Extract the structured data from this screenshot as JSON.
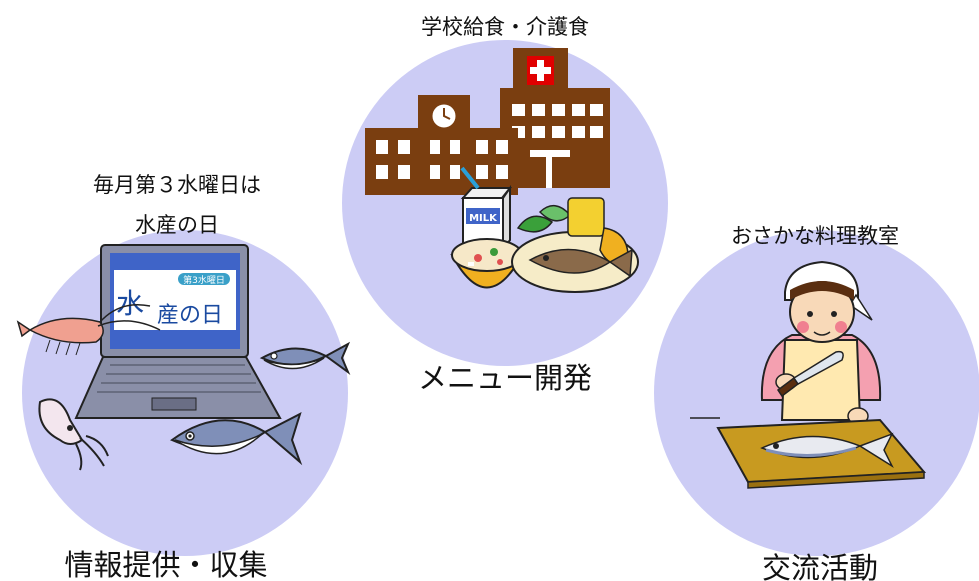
{
  "colors": {
    "circle_fill": "#ccccf5",
    "building": "#7a3e10",
    "window": "#ffffff",
    "cross_bg": "#e00000",
    "laptop_screen": "#3f64c8",
    "laptop_body": "#8a8fa8",
    "cutting_board": "#c89a20",
    "skin": "#f8d9b8",
    "apron": "#ffe9b0",
    "fish_blue": "#7f8fb8"
  },
  "top": {
    "caption": "学校給食・介護食",
    "bottom_label": "メニュー開発",
    "icons": [
      "hospital-icon",
      "school-building-icon",
      "milk-carton-icon",
      "miso-soup-icon",
      "fish-dish-icon"
    ],
    "milk_label": "MILK"
  },
  "left": {
    "caption_line1": "毎月第３水曜日は",
    "caption_line2": "水産の日",
    "bottom_label": "情報提供・収集",
    "icons": [
      "laptop-icon",
      "shrimp-icon",
      "squid-icon",
      "fish-icon",
      "small-fish-icon"
    ],
    "screen_badge": "第3水曜日",
    "screen_title_a": "水",
    "screen_title_b": "産の日"
  },
  "right": {
    "caption": "おさかな料理教室",
    "bottom_label": "交流活動",
    "icons": [
      "cook-woman-icon",
      "knife-icon",
      "cutting-board-icon",
      "fish-icon"
    ]
  }
}
